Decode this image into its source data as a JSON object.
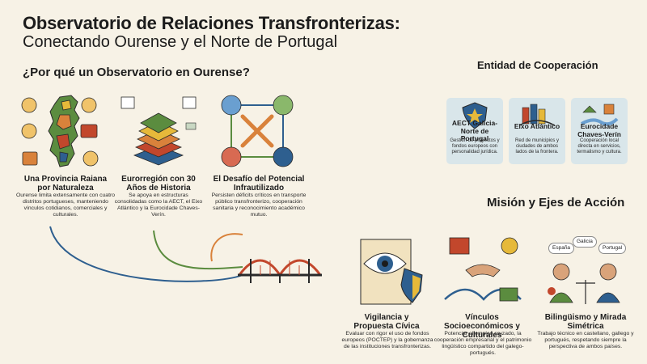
{
  "header": {
    "title": "Observatorio de Relaciones Transfronterizas:",
    "subtitle": "Conectando Ourense y el Norte de Portugal"
  },
  "why": {
    "heading": "¿Por qué un Observatorio en Ourense?",
    "items": [
      {
        "title": "Una Provincia Raiana por Naturaleza",
        "desc": "Ourense limita extensamente con cuatro distritos portugueses, manteniendo vínculos cotidianos, comerciales y culturales."
      },
      {
        "title": "Eurorregión con 30 Años de Historia",
        "desc": "Se apoya en estructuras consolidadas como la AECT, el Eixo Atlántico y la Eurocidade Chaves-Verín."
      },
      {
        "title": "El Desafío del Potencial Infrautilizado",
        "desc": "Persisten déficits críticos en transporte público transfronterizo, cooperación sanitaria y reconocimiento académico mutuo."
      }
    ]
  },
  "entities": {
    "heading": "Entidad de Cooperación",
    "cards": [
      {
        "title": "AECT Galicia-Norte de Portugal",
        "desc": "Gestión de proyectos y fondos europeos con personalidad jurídica."
      },
      {
        "title": "Eixo Atlántico",
        "desc": "Red de municipios y ciudades de ambos lados de la frontera."
      },
      {
        "title": "Eurocidade Chaves-Verín",
        "desc": "Cooperación local directa en servicios, termalismo y cultura."
      }
    ]
  },
  "mission": {
    "heading": "Misión y Ejes de Acción",
    "items": [
      {
        "title": "Vigilancia y Propuesta Cívica",
        "desc": "Evaluar con rigor el uso de fondos europeos (POCTEP) y la gobernanza de las instituciones transfronterizas."
      },
      {
        "title": "Vínculos Socioeconómicos y Culturales",
        "desc": "Potenciar el empleo cruzado, la cooperación empresarial y el patrimonio lingüístico compartido del galego-portugués."
      },
      {
        "title": "Bilingüismo y Mirada Simétrica",
        "desc": "Trabajo técnico en castellano, gallego y portugués, respetando siempre la perspectiva de ambos países."
      }
    ],
    "bubbles": [
      "España",
      "Galicia",
      "Portugal"
    ]
  },
  "colors": {
    "blue": "#2e5f8f",
    "green": "#5b8c3f",
    "orange": "#d9823b",
    "red": "#c2472c",
    "yellow": "#e6b93a",
    "card": "#d9e6ea"
  }
}
